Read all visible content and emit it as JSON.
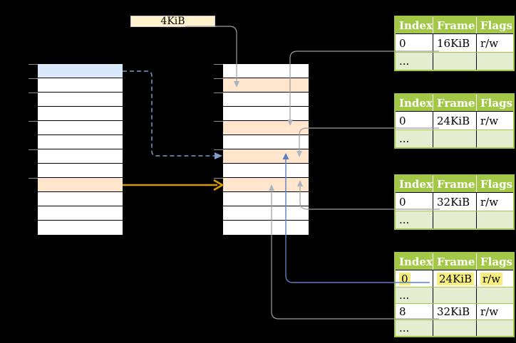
{
  "note": {
    "label": "4KiB"
  },
  "memory": {
    "left": {
      "rows_fill": [
        "blue",
        "white",
        "white",
        "white",
        "white",
        "white",
        "white",
        "white",
        "orange",
        "white",
        "white",
        "white"
      ]
    },
    "middle": {
      "rows_fill": [
        "white",
        "orange",
        "white",
        "white",
        "orange",
        "white",
        "orange",
        "white",
        "orange",
        "white",
        "white",
        "white"
      ]
    },
    "ticks_y": [
      90,
      110,
      130,
      170,
      210,
      250
    ]
  },
  "page_tables": [
    {
      "id": "pt-16kib",
      "headers": [
        "Index",
        "Frame",
        "Flags"
      ],
      "rows": [
        [
          "0",
          "16KiB",
          "r/w"
        ],
        [
          "...",
          "",
          ""
        ]
      ]
    },
    {
      "id": "pt-24kib",
      "headers": [
        "Index",
        "Frame",
        "Flags"
      ],
      "rows": [
        [
          "0",
          "24KiB",
          "r/w"
        ],
        [
          "...",
          "",
          ""
        ]
      ]
    },
    {
      "id": "pt-32kib",
      "headers": [
        "Index",
        "Frame",
        "Flags"
      ],
      "rows": [
        [
          "0",
          "32KiB",
          "r/w"
        ],
        [
          "...",
          "",
          ""
        ]
      ]
    },
    {
      "id": "pt-level4",
      "headers": [
        "Index",
        "Frame",
        "Flags"
      ],
      "rows": [
        [
          "0",
          "24KiB",
          "r/w"
        ],
        [
          "...",
          "",
          ""
        ],
        [
          "8",
          "32KiB",
          "r/w"
        ],
        [
          "...",
          "",
          ""
        ]
      ],
      "highlighted_row": 0
    }
  ],
  "colors": {
    "background": "#000000",
    "row_blue": "#DAE8FC",
    "row_orange": "#FFE6CC",
    "note_fill": "#FFF2CC",
    "table_green": "#A3C747",
    "table_green_light": "#E4EDD0",
    "highlight_yellow": "#F7EE7E",
    "gray_line": "#9E9E9E",
    "gray_arrowhead": "#ACB4C2",
    "blue_dashed": "#7E9DC8",
    "blue_solid": "#5C80BE",
    "orange_arrow": "#D79B00",
    "tick_gray": "#8A8A8A"
  }
}
